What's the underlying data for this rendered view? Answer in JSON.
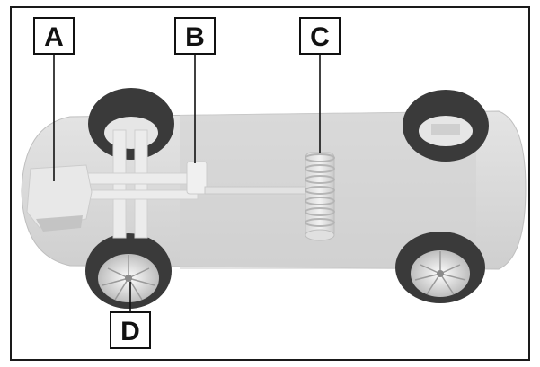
{
  "diagram": {
    "callouts": [
      {
        "id": "a",
        "label": "A",
        "target": "engine"
      },
      {
        "id": "b",
        "label": "B",
        "target": "drive-shaft-box"
      },
      {
        "id": "c",
        "label": "C",
        "target": "battery-stack"
      },
      {
        "id": "d",
        "label": "D",
        "target": "front-wheel"
      }
    ]
  },
  "colors": {
    "border": "#1a1a1a",
    "body": "#dcdcdc",
    "body_shadow": "#c8c8c8",
    "tire": "#3a3a3a",
    "rim": "#e6e6e6",
    "shaft": "#ececec",
    "engine": "#e8e8e8"
  }
}
